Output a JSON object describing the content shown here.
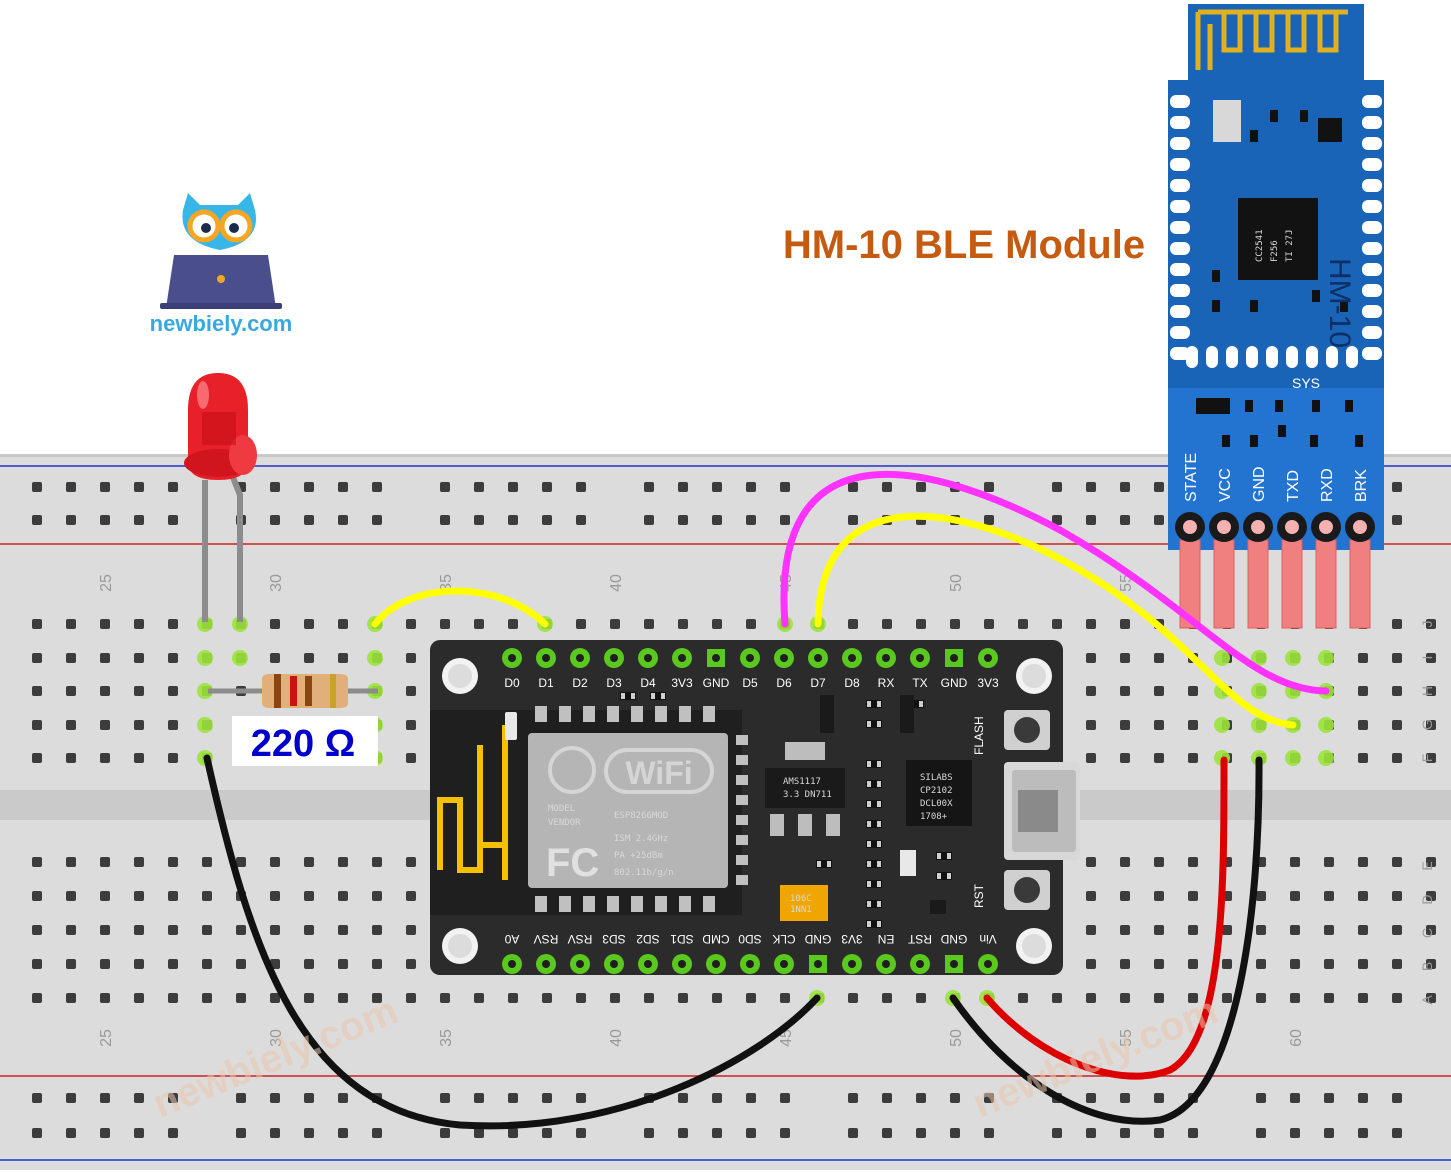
{
  "brand": {
    "site": "newbiely.com",
    "watermark": "newbiely.com"
  },
  "module": {
    "title": "HM-10 BLE Module",
    "board_label": "HM-10",
    "chip_text": [
      "CC2541",
      "F256",
      "TI 27J"
    ],
    "sys_label": "SYS",
    "pins": [
      "STATE",
      "VCC",
      "GND",
      "TXD",
      "RXD",
      "BRK"
    ]
  },
  "resistor": {
    "label": "220 Ω"
  },
  "mcu": {
    "top_pins": [
      "D0",
      "D1",
      "D2",
      "D3",
      "D4",
      "3V3",
      "GND",
      "D5",
      "D6",
      "D7",
      "D8",
      "RX",
      "TX",
      "GND",
      "3V3"
    ],
    "bottom_pins": [
      "A0",
      "RSV",
      "RSV",
      "SD3",
      "SD2",
      "SD1",
      "CMD",
      "SD0",
      "CLK",
      "GND",
      "3V3",
      "EN",
      "RST",
      "GND",
      "Vin"
    ],
    "flash_label": "FLASH",
    "rst_label": "RST",
    "wifi_text": "WiFi",
    "module_lines": [
      "MODEL",
      "VENDOR"
    ],
    "module_spec": [
      "ESP8266MOD",
      "ISM 2.4GHz",
      "PA  +25dBm",
      "802.11b/g/n"
    ],
    "usb_chip": [
      "SILABS",
      "CP2102",
      "DCL00X",
      "1708+"
    ],
    "regulator": [
      "AMS1117",
      "3.3  DN711"
    ],
    "cap_text": [
      "106C",
      "1NN1"
    ]
  },
  "breadboard": {
    "column_numbers": [
      "25",
      "30",
      "35",
      "40",
      "45",
      "50",
      "55",
      "60"
    ],
    "row_letters_top": [
      "J",
      "I",
      "H",
      "G",
      "F"
    ],
    "row_letters_bottom": [
      "E",
      "D",
      "C",
      "B",
      "A"
    ]
  },
  "colors": {
    "wire_yellow": "#ffff00",
    "wire_magenta": "#ff33ff",
    "wire_red": "#dd0000",
    "wire_black": "#111111",
    "title": "#c55a11",
    "board_blue": "#1a64b8",
    "mcu_dark": "#2b2b2b",
    "label_blue": "#0000cc"
  }
}
